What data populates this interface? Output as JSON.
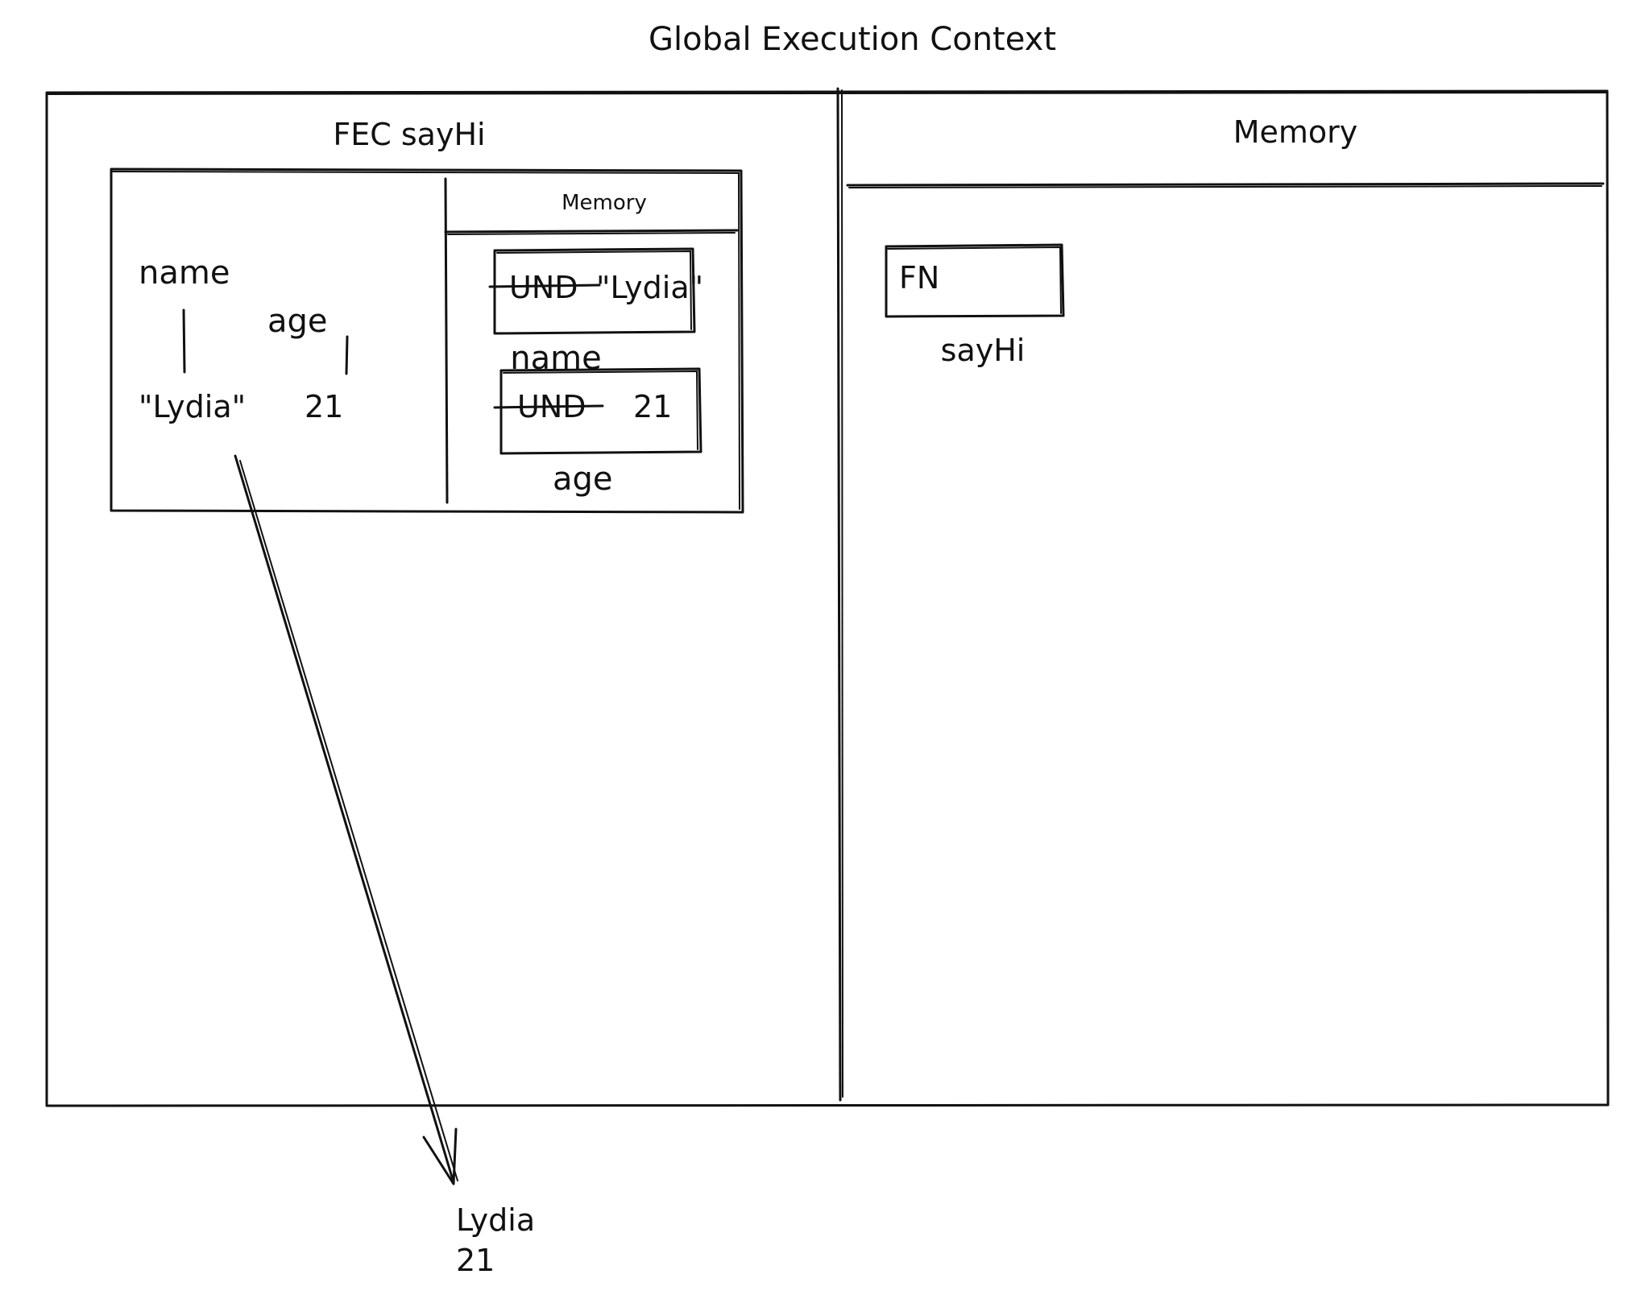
{
  "global": {
    "title": "Global Execution Context",
    "memory_title": "Memory",
    "memory_slot": {
      "value": "FN",
      "label": "sayHi"
    }
  },
  "fec": {
    "title": "FEC sayHi",
    "memory_title": "Memory",
    "code": {
      "name_label": "name",
      "age_label": "age",
      "name_value": "\"Lydia\"",
      "age_value": "21"
    },
    "slots": [
      {
        "label": "name",
        "old_value": "UND",
        "new_value": "\"Lydia\""
      },
      {
        "label": "age",
        "old_value": "UND",
        "new_value": "21"
      }
    ]
  },
  "output": {
    "line1": "Lydia",
    "line2": "21"
  }
}
